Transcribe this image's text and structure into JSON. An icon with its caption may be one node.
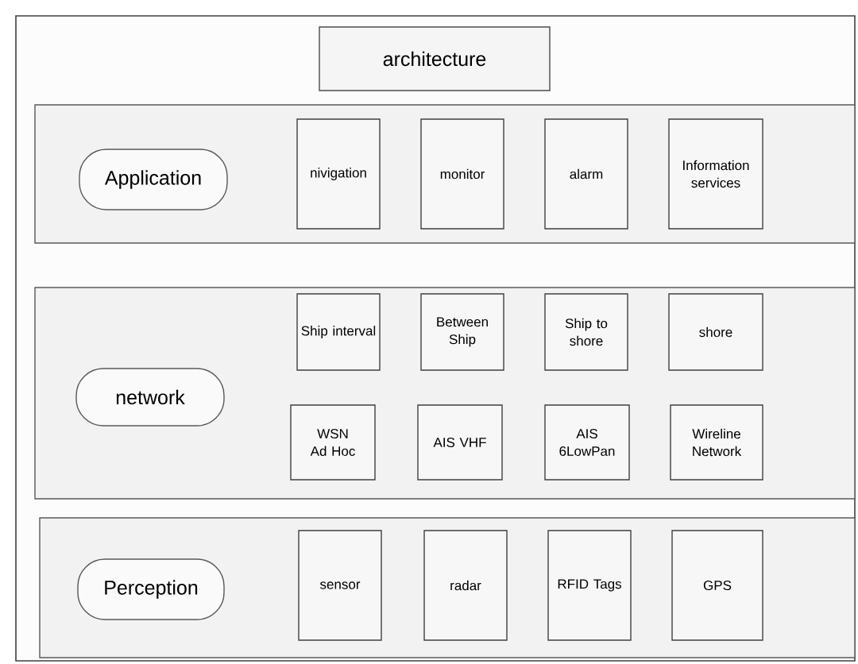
{
  "diagram": {
    "nodes": [
      {
        "text": [],
        "shape": "box"
      },
      {
        "text": [
          "architecture"
        ],
        "in": 0
      },
      {
        "text": [],
        "shape": "box",
        "in": 0
      },
      {
        "text": [
          "Application"
        ],
        "in": 2
      },
      {
        "text": [
          "nivigation"
        ],
        "in": 2
      },
      {
        "text": [
          "monitor"
        ],
        "in": 2
      },
      {
        "text": [
          "alarm"
        ],
        "in": 2
      },
      {
        "text": [
          "Information services"
        ],
        "in": 2
      },
      {
        "text": [],
        "shape": "box",
        "in": 0
      },
      {
        "text": [
          "network"
        ],
        "in": 8
      },
      {
        "text": [
          "Ship interval"
        ],
        "in": 8
      },
      {
        "text": [
          "Between Ship"
        ],
        "in": 8
      },
      {
        "text": [
          "Ship to shore"
        ],
        "in": 8
      },
      {
        "text": [
          "shore"
        ],
        "in": 8
      },
      {
        "text": [
          "WSN Ad Hoc"
        ],
        "in": 8
      },
      {
        "text": [
          "AIS VHF"
        ],
        "in": 8
      },
      {
        "text": [
          "AIS 6LowPan"
        ],
        "in": 8
      },
      {
        "text": [
          "Wireline Network"
        ],
        "in": 8
      },
      {
        "text": [],
        "shape": "box",
        "in": 0
      },
      {
        "text": [
          "Perception"
        ],
        "in": 18
      },
      {
        "text": [
          "sensor"
        ],
        "in": 18
      },
      {
        "text": [
          "radar"
        ],
        "in": 18
      },
      {
        "text": [
          "RFID Tags"
        ],
        "in": 18
      },
      {
        "text": [
          "GPS"
        ],
        "in": 18
      }
    ]
  }
}
